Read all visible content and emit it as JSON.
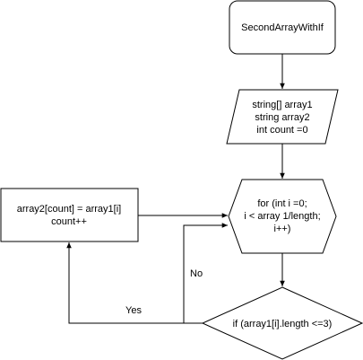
{
  "nodes": {
    "start": {
      "text": "SecondArrayWithIf"
    },
    "input": {
      "lines": [
        "string[] array1",
        "string array2",
        "int count =0"
      ]
    },
    "loop": {
      "lines": [
        "for (int i =0;",
        "i < array 1/length;",
        "i++)"
      ]
    },
    "assign": {
      "lines": [
        "array2[count] = array1[i]",
        "count++"
      ]
    },
    "decision": {
      "text": "if (array1[i].length <=3)"
    }
  },
  "edges": {
    "yes_label": "Yes",
    "no_label": "No"
  }
}
